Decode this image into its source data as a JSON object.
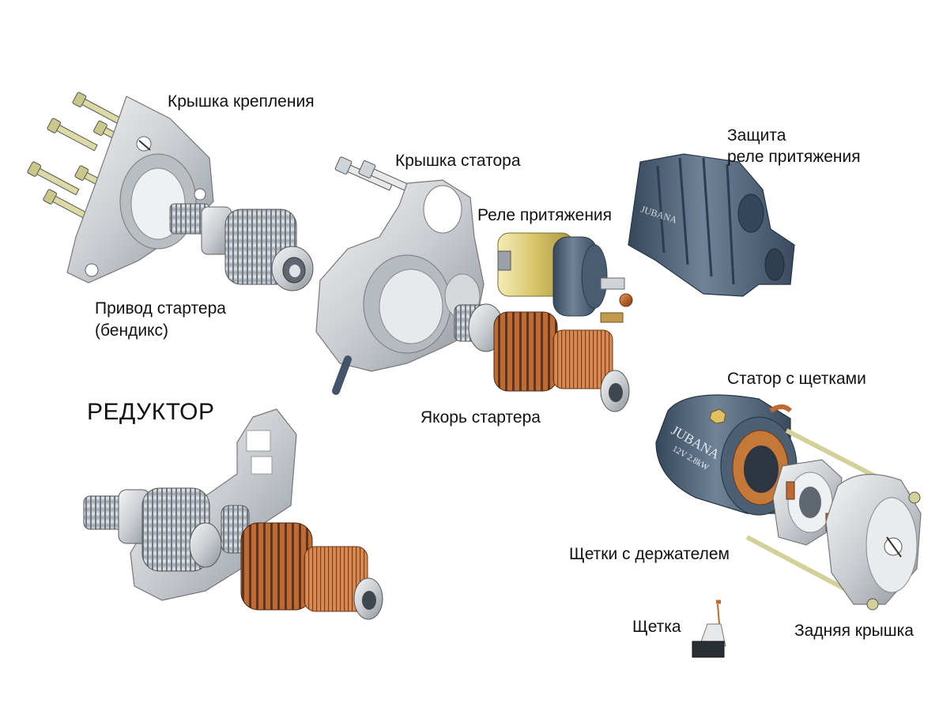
{
  "labels": {
    "mount_cover": "Крышка крепления",
    "drive_line1": "Привод стартера",
    "drive_line2": "(бендикс)",
    "stator_cover": "Крышка статора",
    "solenoid": "Реле притяжения",
    "guard_line1": "Защита",
    "guard_line2": "реле притяжения",
    "armature": "Якорь стартера",
    "stator": "Статор с щетками",
    "reducer": "РЕДУКТОР",
    "brush_holder": "Щетки с держателем",
    "brush": "Щетка",
    "rear_cover": "Задняя крышка"
  },
  "brand": "JUBANA",
  "rating": "12V 2.8kW",
  "colors": {
    "metal": "#cfd3d6",
    "blue_steel": "#4e6176",
    "copper": "#c86a2e",
    "brass": "#d9c76a",
    "gear": "#9aa3ab",
    "dark": "#2a2f36"
  }
}
